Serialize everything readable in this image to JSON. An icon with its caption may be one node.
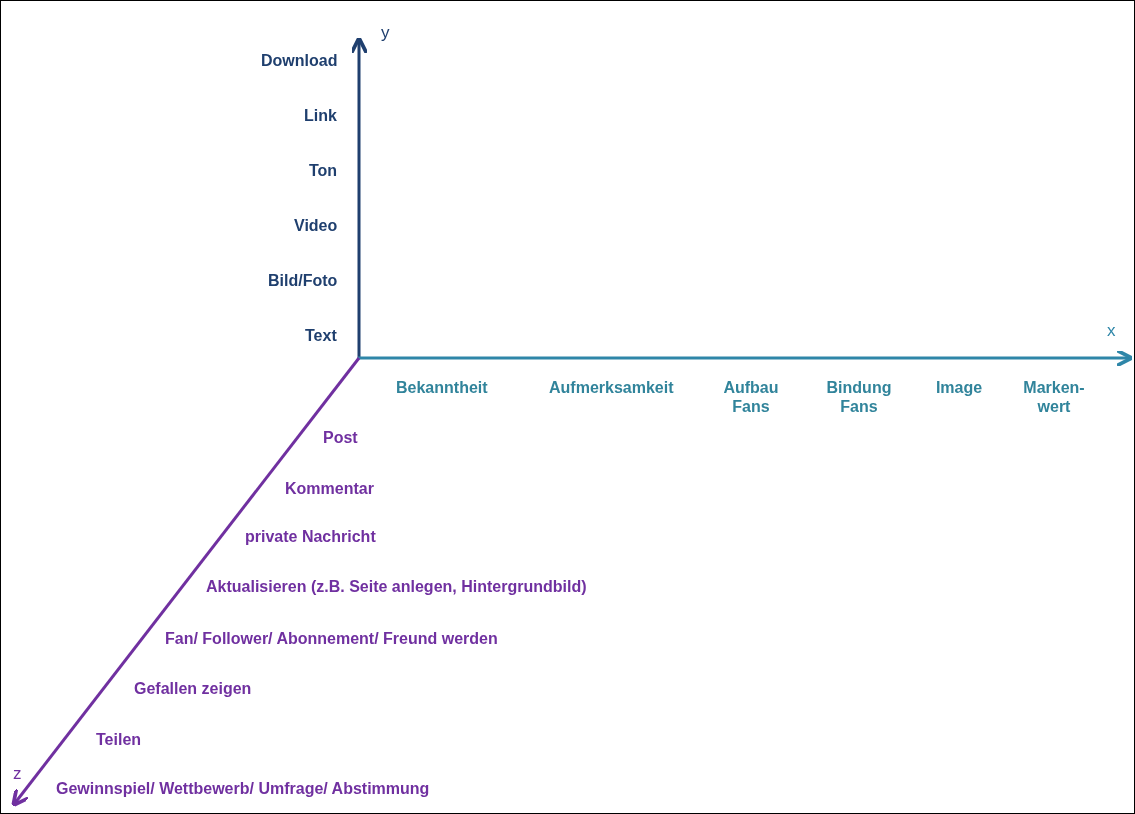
{
  "diagram": {
    "labels": [
      "y",
      "Download",
      "Link",
      "Ton",
      "Video",
      "Bild/Foto",
      "Text",
      "x",
      "Bekanntheit",
      "Aufmerksamkeit",
      "Aufbau Fans",
      "Bindung Fans",
      "Image",
      "Marken- wert",
      "Post",
      "Kommentar",
      "private Nachricht",
      "Aktualisieren (z.B. Seite anlegen, Hintergrundbild)",
      "Fan/ Follower/ Abonnement/ Freund werden",
      "Gefallen zeigen",
      "Teilen",
      "z",
      "Gewinnspiel/ Wettbewerb/ Umfrage/ Abstimmung"
    ]
  }
}
